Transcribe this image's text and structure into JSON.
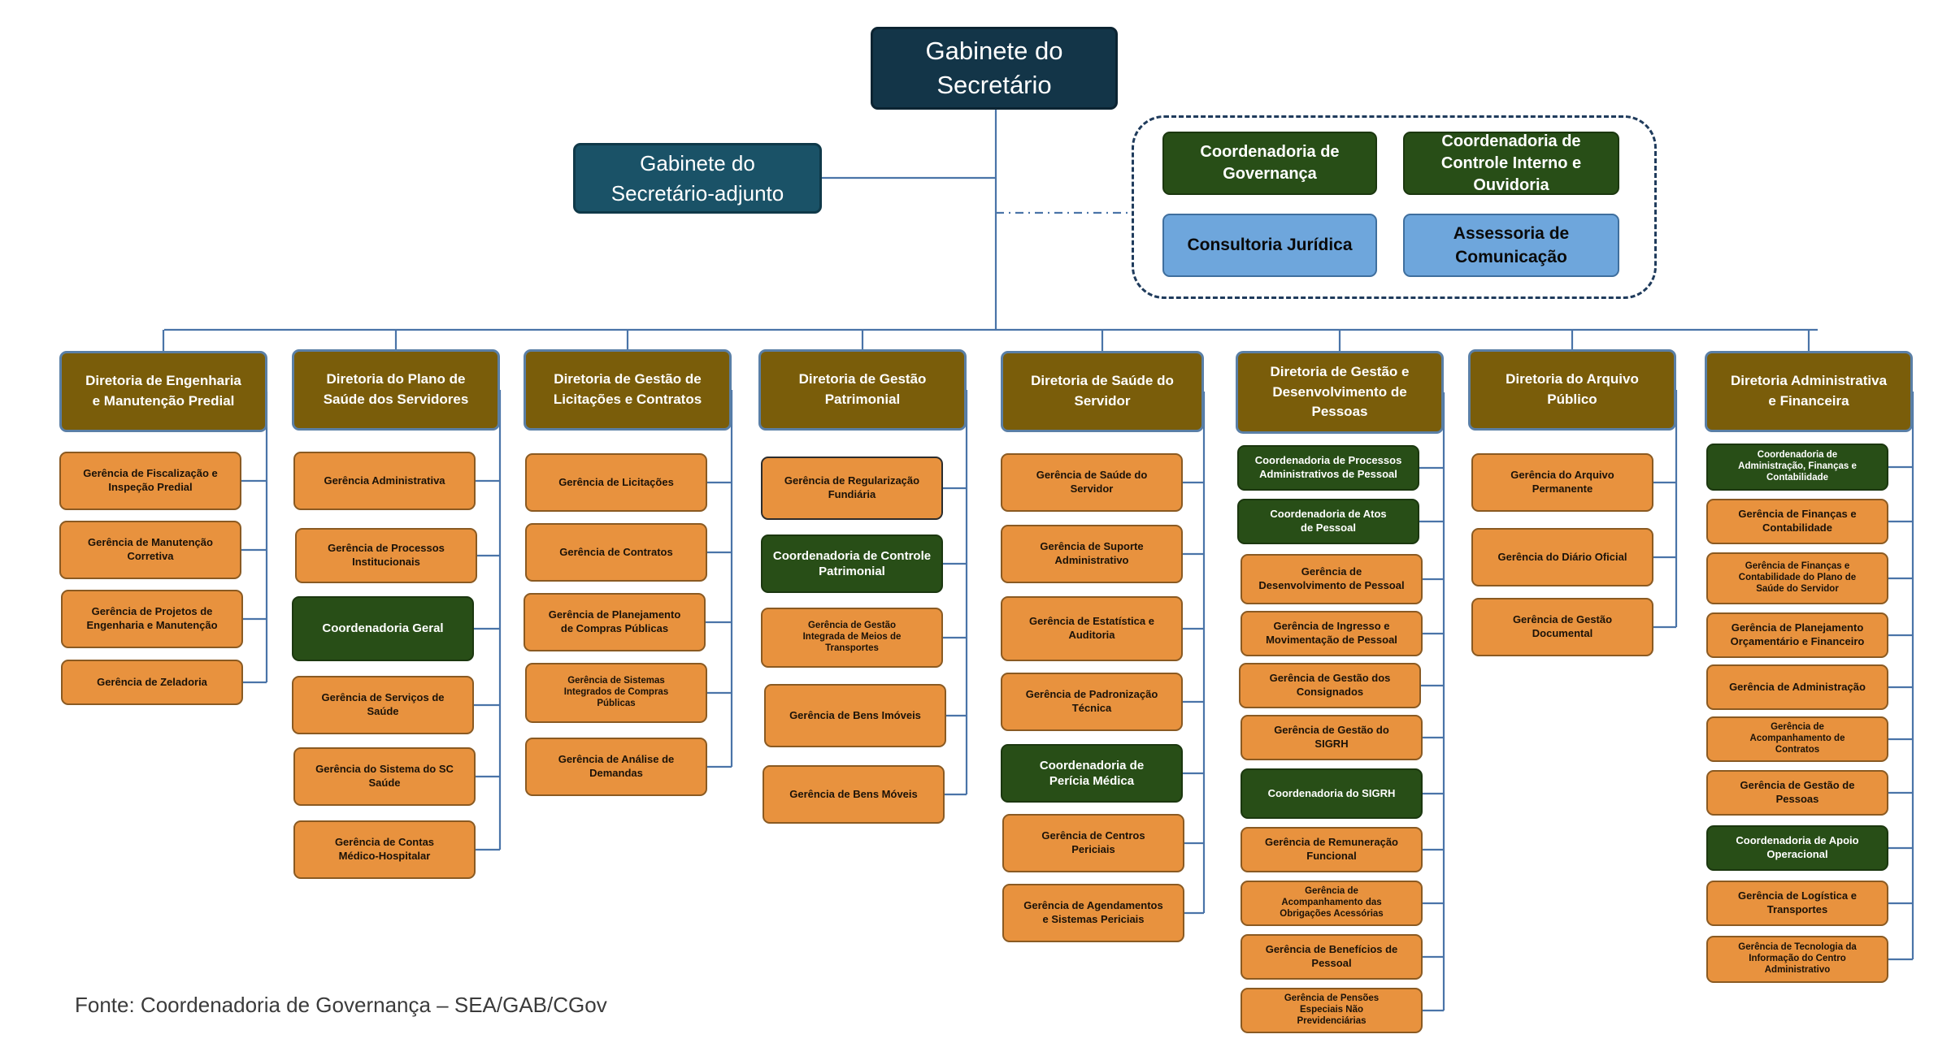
{
  "top": {
    "label": "Gabinete do\nSecretário"
  },
  "adjunto": {
    "label": "Gabinete do\nSecretário-adjunto"
  },
  "advisory": {
    "governanca": "Coordenadoria de\nGovernança",
    "controle": "Coordenadoria de\nControle Interno e\nOuvidoria",
    "juridica": "Consultoria Jurídica",
    "comunicacao": "Assessoria de\nComunicação"
  },
  "directorates": [
    {
      "label": "Diretoria de Engenharia\ne Manutenção Predial",
      "units": [
        "Gerência de  Fiscalização e\nInspeção Predial",
        "Gerência de Manutenção\nCorretiva",
        "Gerência de Projetos de\nEngenharia e Manutenção",
        "Gerência de Zeladoria"
      ]
    },
    {
      "label": "Diretoria do Plano de\nSaúde dos Servidores",
      "units": [
        "Gerência Administrativa",
        "Gerência de Processos\nInstitucionais",
        "Coordenadoria Geral",
        "Gerência de Serviços de\nSaúde",
        "Gerência do Sistema do SC\nSaúde",
        "Gerência de Contas\nMédico-Hospitalar"
      ]
    },
    {
      "label": "Diretoria de Gestão de\nLicitações e Contratos",
      "units": [
        "Gerência de Licitações",
        "Gerência de Contratos",
        "Gerência de Planejamento\nde Compras Públicas",
        "Gerência de Sistemas\nIntegrados de Compras\nPúblicas",
        "Gerência de Análise de\nDemandas"
      ]
    },
    {
      "label": "Diretoria de Gestão\nPatrimonial",
      "units": [
        "Gerência de Regularização\nFundiária",
        "Coordenadoria de Controle\nPatrimonial",
        "Gerência de Gestão\nIntegrada de Meios de\nTransportes",
        "Gerência de Bens Imóveis",
        "Gerência de Bens Móveis"
      ]
    },
    {
      "label": "Diretoria de Saúde do\nServidor",
      "units": [
        "Gerência de Saúde do\nServidor",
        "Gerência de Suporte\nAdministrativo",
        "Gerência de Estatística e\nAuditoria",
        "Gerência de Padronização\nTécnica",
        "Coordenadoria de\nPerícia Médica",
        "Gerência de Centros\nPericiais",
        "Gerência de Agendamentos\ne Sistemas Periciais"
      ]
    },
    {
      "label": "Diretoria de Gestão e\nDesenvolvimento de\nPessoas",
      "units": [
        "Coordenadoria de Processos\nAdministrativos de Pessoal",
        "Coordenadoria de Atos\nde Pessoal",
        "Gerência de\nDesenvolvimento de Pessoal",
        "Gerência de Ingresso e\nMovimentação de Pessoal",
        "Gerência de Gestão dos\nConsignados",
        "Gerência de Gestão do\nSIGRH",
        "Coordenadoria do SIGRH",
        "Gerência de Remuneração\nFuncional",
        "Gerência de\nAcompanhamento das\nObrigações Acessórias",
        "Gerência de Benefícios de\nPessoal",
        "Gerência de Pensões\nEspeciais Não\nPrevidenciárias"
      ]
    },
    {
      "label": "Diretoria do Arquivo\nPúblico",
      "units": [
        "Gerência do Arquivo\nPermanente",
        "Gerência do Diário Oficial",
        "Gerência de Gestão\nDocumental"
      ]
    },
    {
      "label": "Diretoria Administrativa\ne Financeira",
      "units": [
        "Coordenadoria de\nAdministração, Finanças e\nContabilidade",
        "Gerência de Finanças e\nContabilidade",
        "Gerência de Finanças e\nContabilidade do Plano de\nSaúde do Servidor",
        "Gerência de Planejamento\nOrçamentário e Financeiro",
        "Gerência de Administração",
        "Gerência de\nAcompanhamento de\nContratos",
        "Gerência de Gestão de\nPessoas",
        "Coordenadoria de Apoio\nOperacional",
        "Gerência de Logística e\nTransportes",
        "Gerência de Tecnologia da\nInformação do Centro\nAdministrativo"
      ]
    }
  ],
  "source": "Fonte: Coordenadoria de Governança – SEA/GAB/CGov",
  "colors": {
    "top": "#133548",
    "adjunto": "#1a5267",
    "coordenadoria": "#284e17",
    "assessoria": "#6ea6dc",
    "diretoria": "#7a5d0a",
    "gerencia": "#e8923e",
    "connector": "#4a74a8"
  }
}
